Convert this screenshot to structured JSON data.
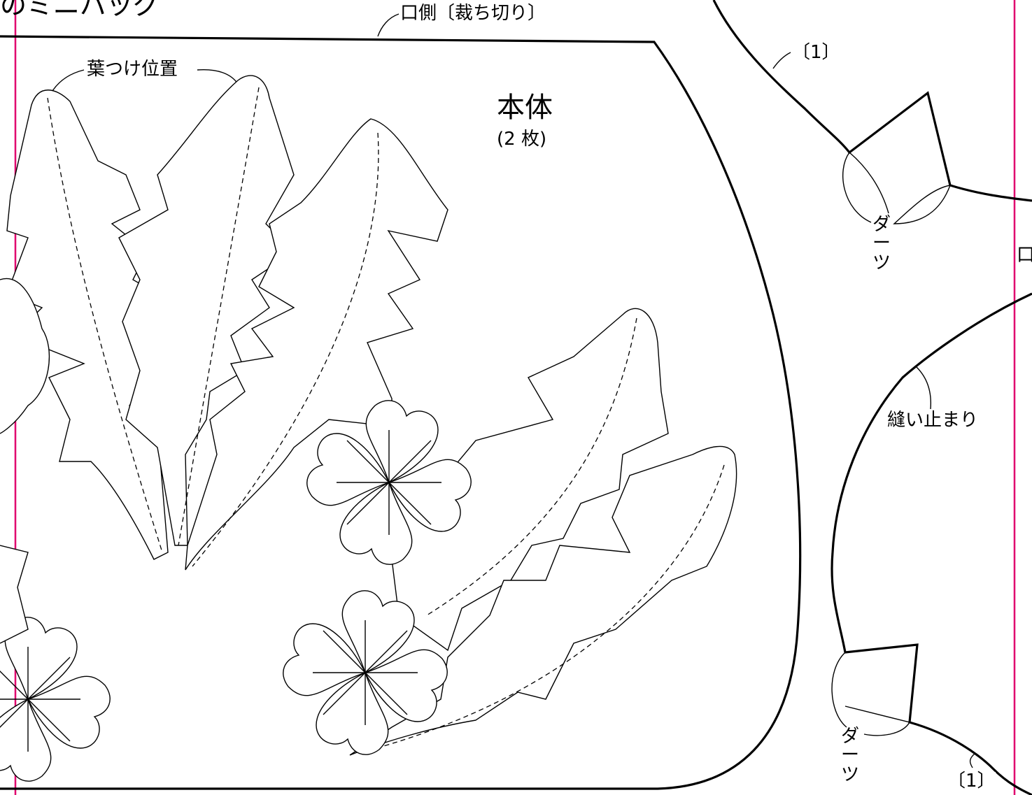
{
  "header": {
    "partial_title": "のミニバッグ"
  },
  "piece": {
    "name": "本体",
    "quantity": "(2 枚)"
  },
  "labels": {
    "mouth_side": "口側〔裁ち切り〕",
    "leaf_position": "葉つけ位置",
    "seam_allowance_top": "〔1〕",
    "seam_allowance_bottom": "〔1〕",
    "dart_top": "ダーツ",
    "dart_bottom": "ダーツ",
    "sew_stop": "縫い止まり",
    "edge_partial": "口"
  },
  "colors": {
    "guide_line": "#e0006e",
    "stroke": "#000000",
    "background": "#ffffff"
  }
}
